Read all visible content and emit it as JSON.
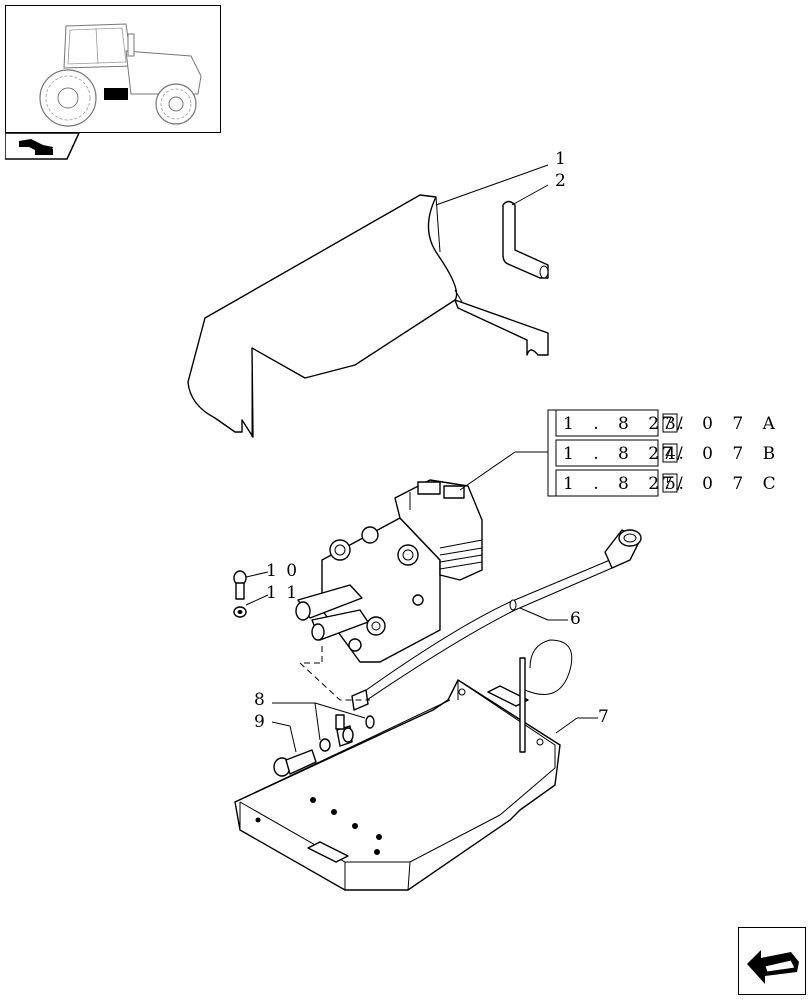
{
  "callouts": {
    "c1": "1",
    "c2": "2",
    "c6": "6",
    "c7": "7",
    "c8": "8",
    "c9": "9",
    "c10": "1 0",
    "c11": "1 1"
  },
  "references": [
    {
      "left": "1 . 8 2 .",
      "digit": "7",
      "box": "3",
      "right": "/ 0 7 A"
    },
    {
      "left": "1 . 8 2 .",
      "digit": "7",
      "box": "4",
      "right": "/ 0 7 B"
    },
    {
      "left": "1 . 8 2 .",
      "digit": "7",
      "box": "5",
      "right": "/ 0 7 C"
    }
  ],
  "icons": {
    "thumbnail": "tractor-thumbnail-icon",
    "section": "section-tab-icon",
    "nav": "next-page-arrow-icon"
  }
}
